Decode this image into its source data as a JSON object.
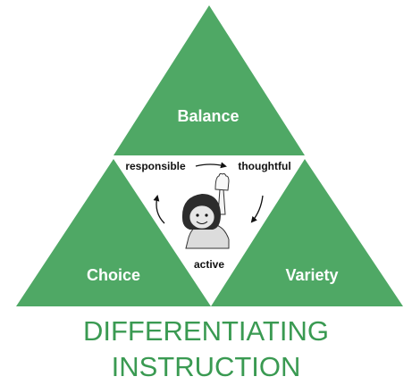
{
  "diagram": {
    "segments": {
      "top": "Balance",
      "left": "Choice",
      "right": "Variety"
    },
    "inner_words": {
      "left": "responsible",
      "right": "thoughtful",
      "bottom": "active"
    },
    "title": "DIFFERENTIATING INSTRUCTION"
  },
  "colors": {
    "triangle_green": "#4fa865",
    "title_green": "#3a9a52",
    "inner_fill": "#ffffff",
    "text_dark": "#111111"
  },
  "icons": {
    "center": "child-raising-hand-illustration"
  }
}
